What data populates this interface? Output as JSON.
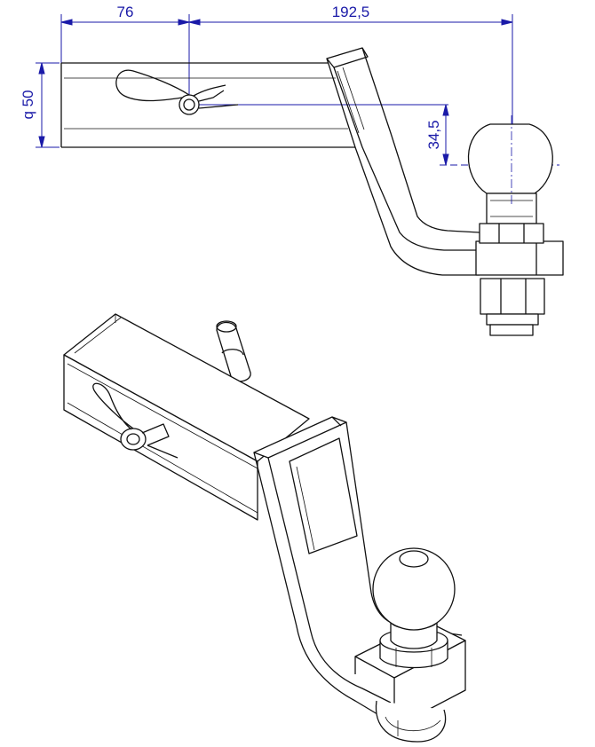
{
  "colors": {
    "line": "#111111",
    "dimension": "#1a1aa8",
    "background": "#ffffff"
  },
  "dimensions": {
    "width_left": "76",
    "width_right": "192,5",
    "height_square": "q 50",
    "ball_drop": "34,5"
  }
}
